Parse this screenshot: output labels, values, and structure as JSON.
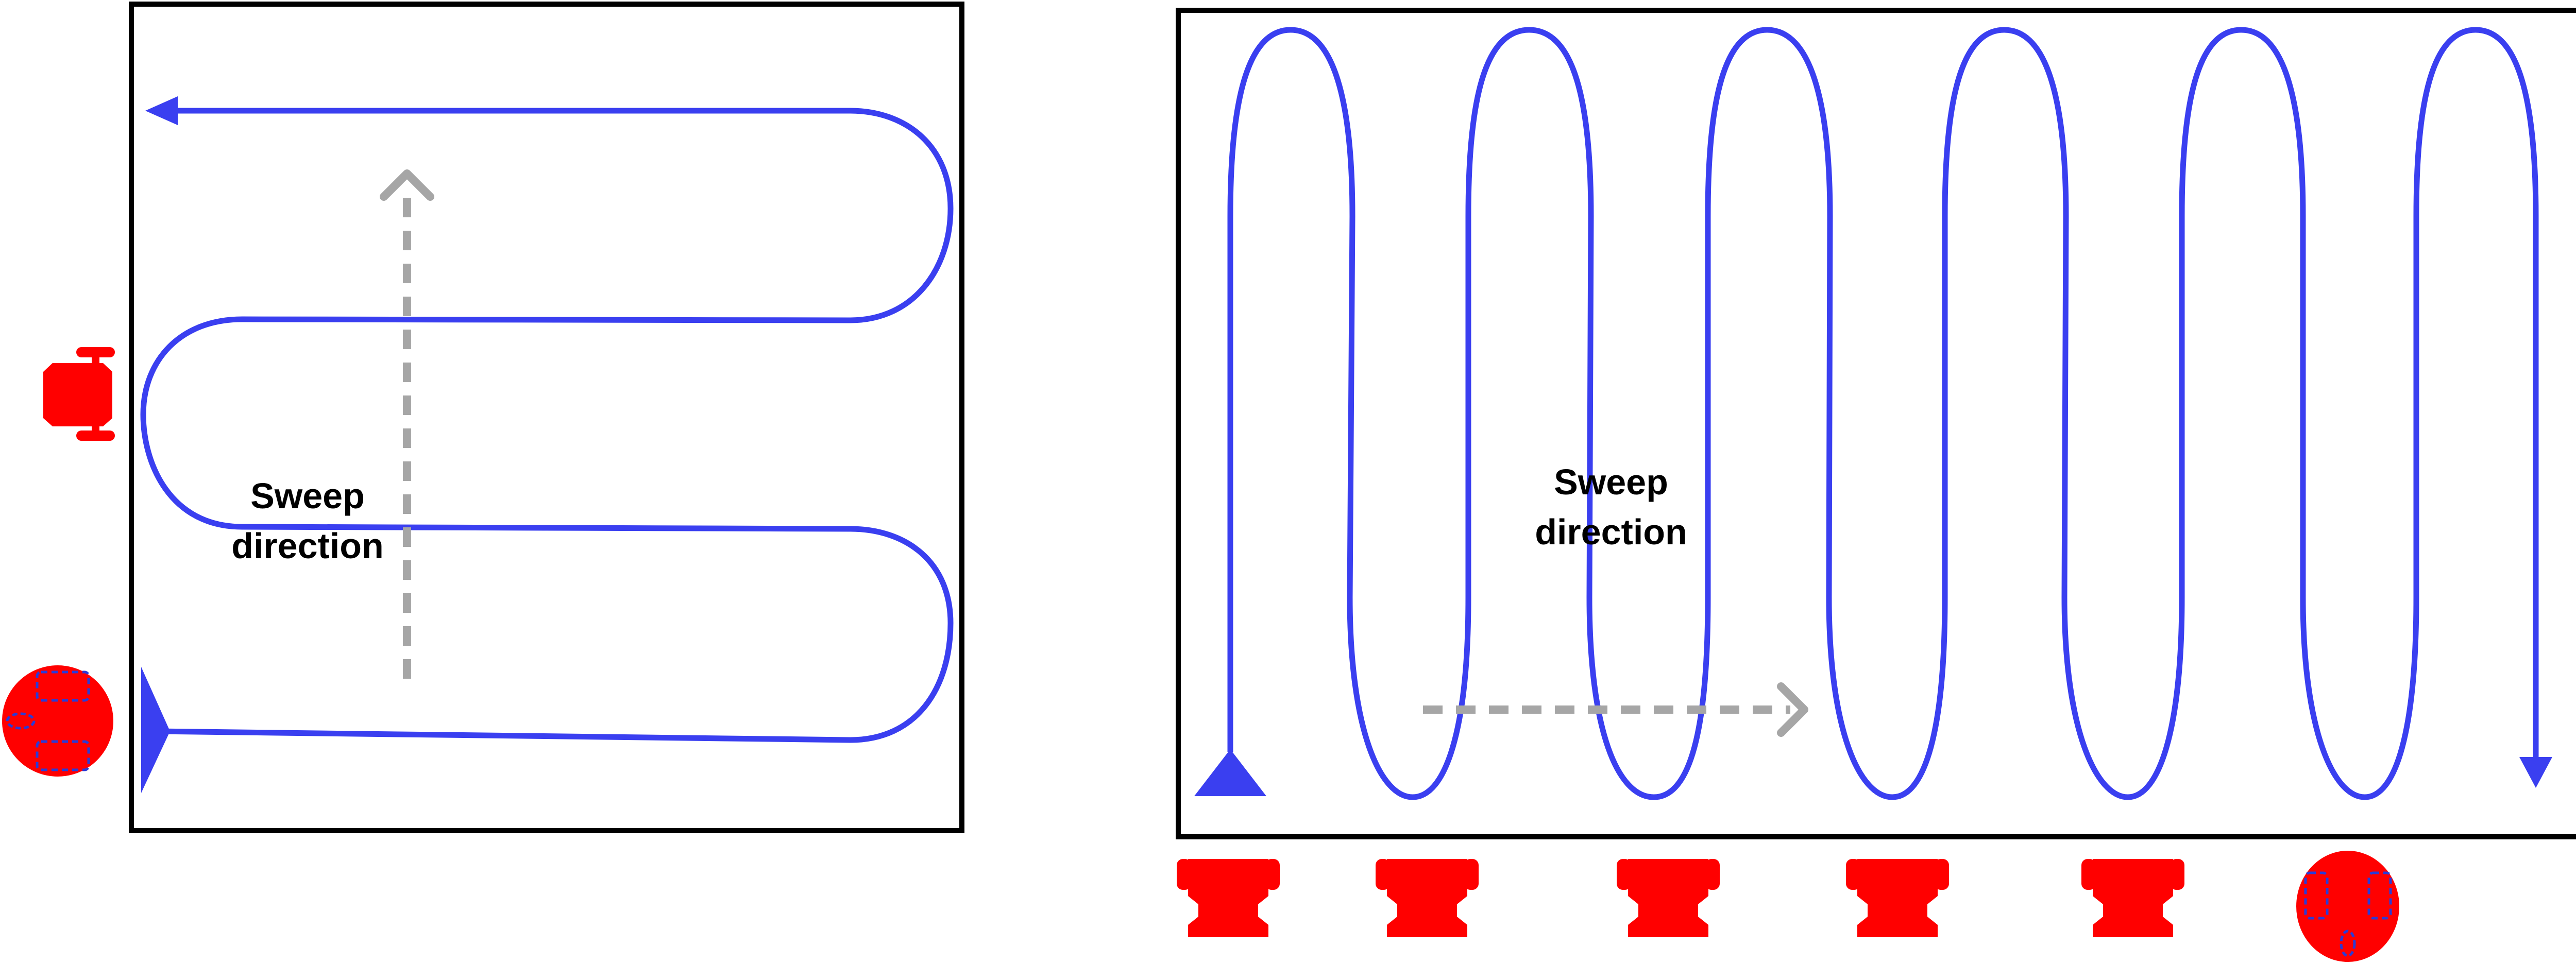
{
  "left_panel": {
    "label_line1": "Sweep",
    "label_line2": "direction"
  },
  "right_panel": {
    "label_line1": "Sweep",
    "label_line2": "direction"
  },
  "colors": {
    "path": "#3a3ff0",
    "sweep_arrow": "#a6a6a6",
    "robot": "#ff0000",
    "robot_detail": "#2b3bd6",
    "border": "#000000"
  }
}
